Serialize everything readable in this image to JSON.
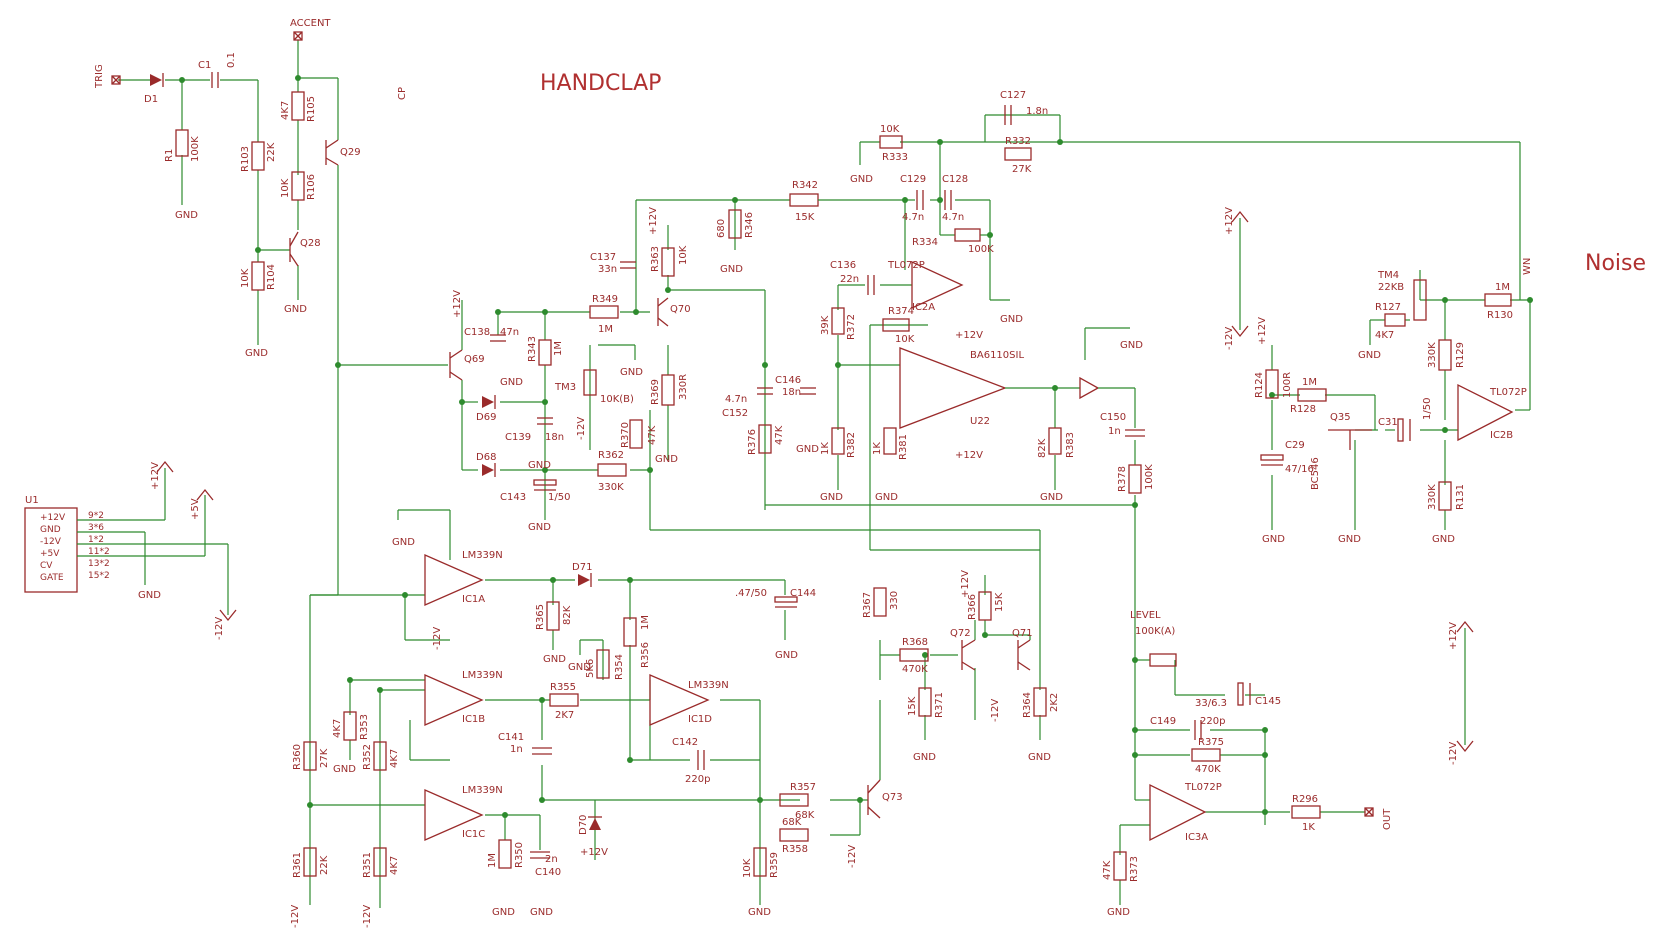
{
  "title": "HANDCLAP",
  "side_label": "Noise",
  "ports": {
    "trig": "TRIG",
    "accent": "ACCENT",
    "out": "OUT",
    "level": "LEVEL",
    "cp": "CP",
    "wn": "WN"
  },
  "connector": {
    "ref": "U1",
    "pins": [
      {
        "name": "+12V",
        "pin": "9*2"
      },
      {
        "name": "GND",
        "pin": "3*6"
      },
      {
        "name": "-12V",
        "pin": "1*2"
      },
      {
        "name": "+5V",
        "pin": "11*2"
      },
      {
        "name": "CV",
        "pin": "13*2"
      },
      {
        "name": "GATE",
        "pin": "15*2"
      }
    ]
  },
  "rails": {
    "p12": "+12V",
    "n12": "-12V",
    "p5": "+5V",
    "gnd": "GND"
  },
  "components": {
    "D1": "D1",
    "C1": "C1",
    "C1v": "0.1",
    "R1": "R1",
    "R1v": "100K",
    "R103": "R103",
    "R103v": "22K",
    "R105": "R105",
    "R105v": "4K7",
    "R106": "R106",
    "R106v": "10K",
    "R104": "R104",
    "R104v": "10K",
    "Q28": "Q28",
    "Q29": "Q29",
    "Q69": "Q69",
    "Q70": "Q70",
    "Q71": "Q71",
    "Q72": "Q72",
    "Q73": "Q73",
    "Q35": "Q35",
    "D69": "D69",
    "D68": "D68",
    "D70": "D70",
    "D71": "D71",
    "C138": "C138",
    "C138v": "47n",
    "C139": "C139",
    "C139v": "18n",
    "C143": "C143",
    "C143v": "1/50",
    "R343": "R343",
    "R343v": "1M",
    "R349": "R349",
    "R349v": "1M",
    "R362": "R362",
    "R362v": "330K",
    "R370": "R370",
    "R370v": "47K",
    "R369": "R369",
    "R369v": "330R",
    "R363": "R363",
    "R363v": "10K",
    "TM3": "TM3",
    "TM3v": "10K(B)",
    "C137": "C137",
    "C137v": "33n",
    "R346": "R346",
    "R346v": "680",
    "R342": "R342",
    "R342v": "15K",
    "C146": "C146",
    "C146v": "18n",
    "C152": "C152",
    "C152v": "4.7n",
    "R376": "R376",
    "R376v": "47K",
    "C129": "C129",
    "C129v": "4.7n",
    "C128": "C128",
    "C128v": "4.7n",
    "R334": "R334",
    "R334v": "100K",
    "R333": "R333",
    "R333v": "10K",
    "C127": "C127",
    "C127v": "1.8n",
    "R332": "R332",
    "R332v": "27K",
    "C136": "C136",
    "C136v": "22n",
    "IC2A": "IC2A",
    "TL072P": "TL072P",
    "R372": "R372",
    "R372v": "39K",
    "R374": "R374",
    "R374v": "10K",
    "R381": "R381",
    "R381v": "1K",
    "R382": "R382",
    "R382v": "1K",
    "U22": "U22",
    "BA6110SIL": "BA6110SIL",
    "R383": "R383",
    "R383v": "82K",
    "C150": "C150",
    "C150v": "1n",
    "R378": "R378",
    "R378v": "100K",
    "IC1A": "IC1A",
    "IC1B": "IC1B",
    "IC1C": "IC1C",
    "IC1D": "IC1D",
    "LM339N": "LM339N",
    "R365": "R365",
    "R365v": "82K",
    "R356": "R356",
    "R356v": "1M",
    "R354": "R354",
    "R354v": "5K6",
    "C144": "C144",
    "C144v": ".47/50",
    "R355": "R355",
    "R355v": "2K7",
    "C141": "C141",
    "C141v": "1n",
    "C142": "C142",
    "C142v": "220p",
    "R353": "R353",
    "R353v": "4K7",
    "R352": "R352",
    "R352v": "4K7",
    "R351": "R351",
    "R351v": "4K7",
    "R360": "R360",
    "R360v": "27K",
    "R361": "R361",
    "R361v": "22K",
    "R350": "R350",
    "R350v": "1M",
    "C140": "C140",
    "C140v": "2n",
    "R357": "R357",
    "R357v": "68K",
    "R358": "R358",
    "R358v": "68K",
    "R359": "R359",
    "R359v": "10K",
    "R367": "R367",
    "R367v": "330",
    "R368": "R368",
    "R368v": "470K",
    "R371": "R371",
    "R371v": "15K",
    "R366": "R366",
    "R366v": "15K",
    "R364": "R364",
    "R364v": "2K2",
    "LEVELv": "100K(A)",
    "C145": "C145",
    "C145v": "33/6.3",
    "C149": "C149",
    "C149v": "220p",
    "R375": "R375",
    "R375v": "470K",
    "IC3A": "IC3A",
    "R373": "R373",
    "R373v": "47K",
    "R296": "R296",
    "R296v": "1K",
    "R124": "R124",
    "R124v": "100R",
    "R128": "R128",
    "R128v": "1M",
    "C29": "C29",
    "C29v": "47/16",
    "BC546": "BC546",
    "C31": "C31",
    "C31v": "1/50",
    "R127": "R127",
    "R127v": "4K7",
    "TM4": "TM4",
    "TM4v": "22KB",
    "R129": "R129",
    "R129v": "330K",
    "R131": "R131",
    "R131v": "330K",
    "R130": "R130",
    "R130v": "1M",
    "IC2B": "IC2B"
  }
}
